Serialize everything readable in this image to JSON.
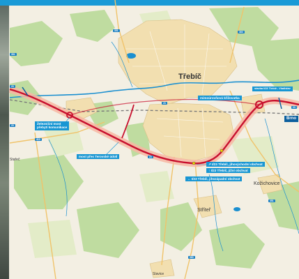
{
  "map": {
    "towns": {
      "trebic": "Třebíč",
      "strizov": "Stříteř",
      "kozichovice": "Kožichovice",
      "slavice": "Slavice",
      "starec": "Stařeč"
    },
    "callouts": {
      "railway_bridge": "Železniční most",
      "railway_bridge_2": "přebytí komunikace",
      "tenovanka_bridge": "most přes Terovské údolí",
      "mimo_level_crossing": "mimoúrovňová křižovatka",
      "junction_east": "stavba I/23 Třebíč - Vladislav",
      "brno": "Brno",
      "exit_se": "↗ I/23 Třebíč, jihovýchodní obchvat",
      "exit_s": "↑ I/23 Třebíč, jižní obchvat",
      "exit_sw": "← I/23 Třebíč, jihozápadní obchvat"
    },
    "road_badges": {
      "i23_west": "23",
      "i23_center": "23",
      "i23_south": "23",
      "i23_east": "23",
      "r351_north": "351",
      "r360": "360",
      "r410": "410",
      "r351_west": "351",
      "r351_east": "351",
      "r360_south": "360",
      "r23_far_west": "23"
    },
    "colors": {
      "main_route": "#c8102e",
      "corridor": "#f7b7a3",
      "water": "#1a8fd0",
      "info_box": "#1896d3",
      "info_box_dark": "#0b5f9e",
      "header": "#1a9ad6"
    }
  }
}
